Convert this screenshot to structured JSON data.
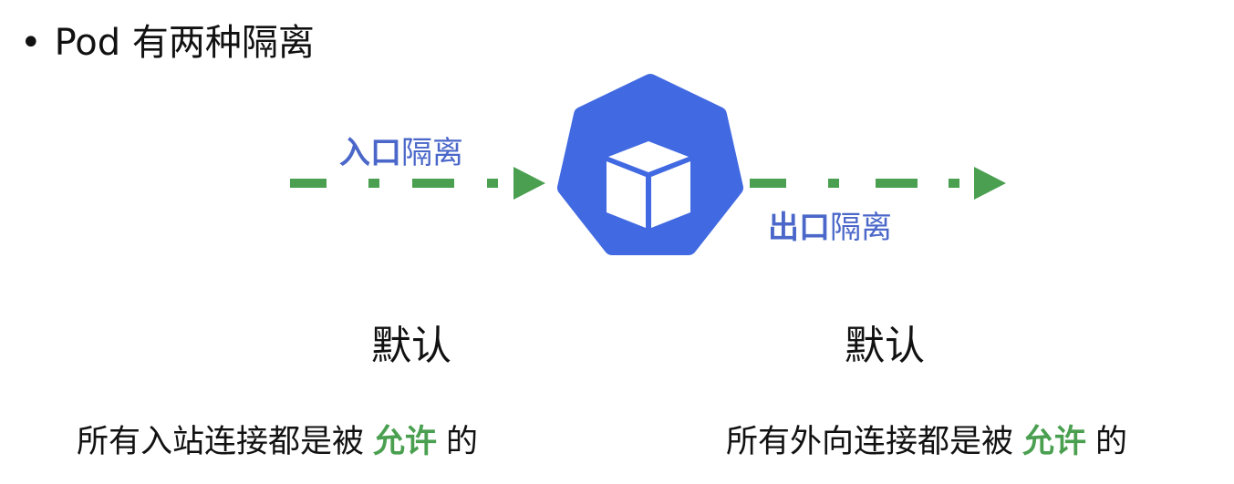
{
  "title": {
    "bullet": "•",
    "text": "Pod 有两种隔离"
  },
  "ingress": {
    "label_strong": "入口",
    "label_rest": "隔离",
    "default_label": "默认",
    "desc_prefix": "所有入站连接都是被",
    "desc_highlight": "允许",
    "desc_suffix": "的"
  },
  "egress": {
    "label_strong": "出口",
    "label_rest": "隔离",
    "default_label": "默认",
    "desc_prefix": "所有外向连接都是被",
    "desc_highlight": "允许",
    "desc_suffix": "的"
  },
  "pod_icon": {
    "name": "kubernetes-pod-cube-icon"
  },
  "colors": {
    "blue": "#4169e1",
    "label_blue": "#4a67c9",
    "arrow_green": "#4aa050",
    "text": "#111111"
  }
}
